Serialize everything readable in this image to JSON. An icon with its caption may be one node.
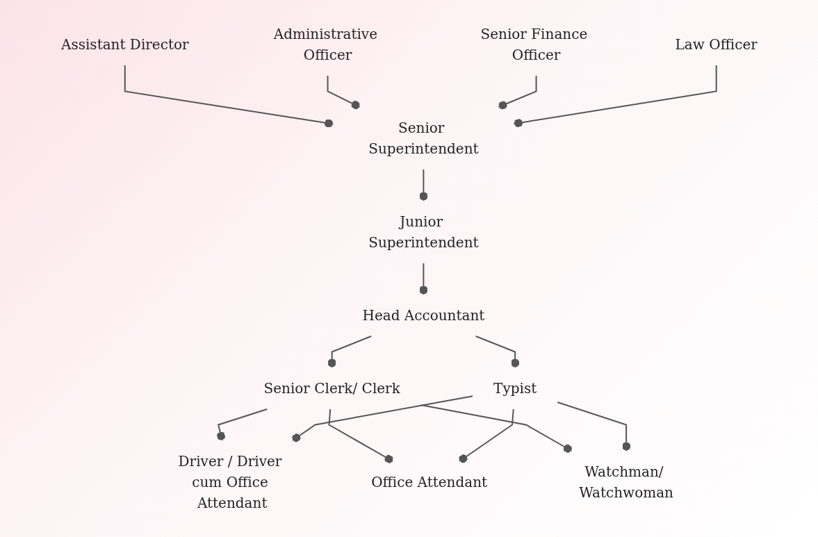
{
  "diagram": {
    "nodes": [
      {
        "text": [
          "Assistant Director"
        ]
      },
      {
        "text": [
          "Administrative Officer"
        ]
      },
      {
        "text": [
          "Senior Finance Officer"
        ]
      },
      {
        "text": [
          "Law Officer"
        ]
      },
      {
        "text": [
          "Senior Superintendent"
        ]
      },
      {
        "text": [
          "Junior Superintendent"
        ]
      },
      {
        "text": [
          "Head Accountant"
        ]
      },
      {
        "text": [
          "Senior Clerk/ Clerk"
        ]
      },
      {
        "text": [
          "Typist"
        ]
      },
      {
        "text": [
          "Driver / Driver cum Office Attendant"
        ]
      },
      {
        "text": [
          "Office Attendant"
        ]
      },
      {
        "text": [
          "Watchman/ Watchwoman"
        ]
      }
    ],
    "edges": [
      {
        "from": 0,
        "to": 4,
        "arrow": "other"
      },
      {
        "from": 1,
        "to": 4,
        "arrow": "other"
      },
      {
        "from": 2,
        "to": 4,
        "arrow": "other"
      },
      {
        "from": 3,
        "to": 4,
        "arrow": "other"
      },
      {
        "from": 4,
        "to": 5,
        "arrow": "other"
      },
      {
        "from": 5,
        "to": 6,
        "arrow": "other"
      },
      {
        "from": 6,
        "to": 7,
        "arrow": "other"
      },
      {
        "from": 6,
        "to": 8,
        "arrow": "other"
      },
      {
        "from": 7,
        "to": 9,
        "arrow": "other"
      },
      {
        "from": 7,
        "to": 10,
        "arrow": "other"
      },
      {
        "from": 7,
        "to": 11,
        "arrow": "other"
      },
      {
        "from": 8,
        "to": 9,
        "arrow": "other"
      },
      {
        "from": 8,
        "to": 10,
        "arrow": "other"
      },
      {
        "from": 8,
        "to": 11,
        "arrow": "other"
      }
    ]
  }
}
